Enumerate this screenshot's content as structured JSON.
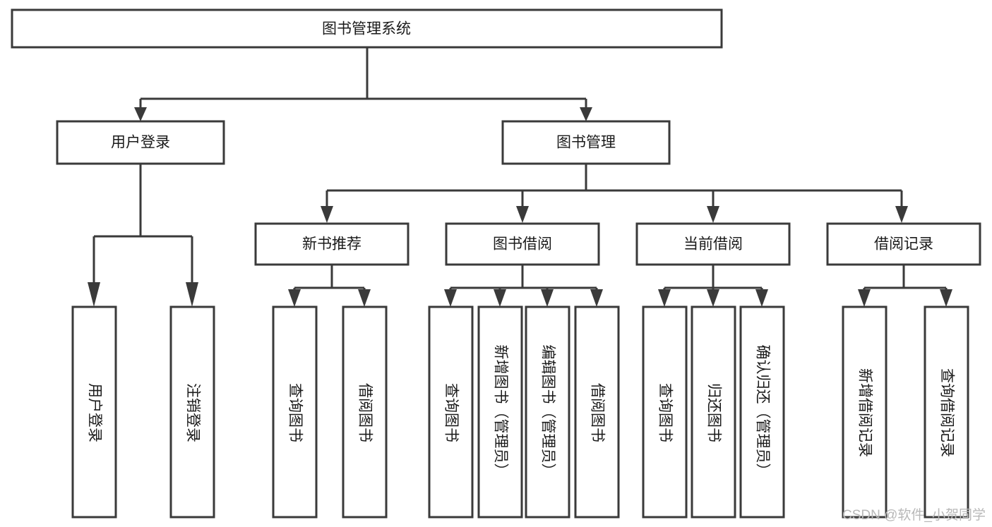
{
  "diagram": {
    "title": "图书管理系统",
    "type": "tree-hierarchy-chart",
    "orientation": "top-down",
    "accent_colors": {
      "box_stroke": "#3a3a3a",
      "box_fill": "#ffffff",
      "connector": "#3a3a3a",
      "text": "#1a1a1a",
      "watermark": "#b8b8b8"
    },
    "root": {
      "label": "图书管理系统"
    },
    "level2": [
      {
        "label": "用户登录"
      },
      {
        "label": "图书管理"
      }
    ],
    "level3": [
      {
        "label": "新书推荐"
      },
      {
        "label": "图书借阅"
      },
      {
        "label": "当前借阅"
      },
      {
        "label": "借阅记录"
      }
    ],
    "leaves": {
      "user_login": [
        {
          "label": "用户登录"
        },
        {
          "label": "注销登录"
        }
      ],
      "new_book_recommend": [
        {
          "label": "查询图书"
        },
        {
          "label": "借阅图书"
        }
      ],
      "book_borrow": [
        {
          "label": "查询图书"
        },
        {
          "label": "新增图书（管理员）"
        },
        {
          "label": "编辑图书（管理员）"
        },
        {
          "label": "借阅图书"
        }
      ],
      "current_borrow": [
        {
          "label": "查询图书"
        },
        {
          "label": "归还图书"
        },
        {
          "label": "确认归还（管理员）"
        }
      ],
      "borrow_record": [
        {
          "label": "新增借阅记录"
        },
        {
          "label": "查询借阅记录"
        }
      ]
    }
  },
  "watermark": {
    "text": "CSDN @软件_小贺同学"
  }
}
